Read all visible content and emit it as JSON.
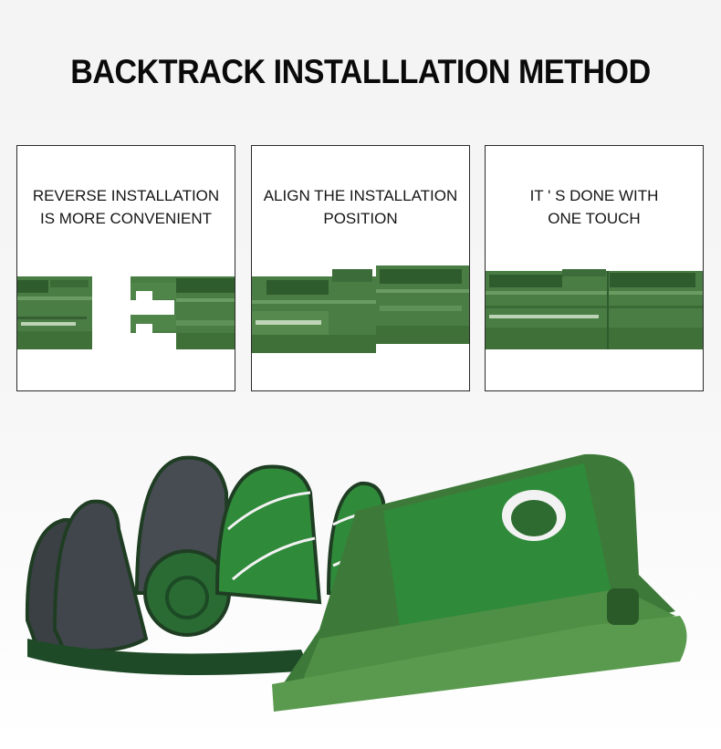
{
  "header": {
    "title": "BACKTRACK INSTALLLATION METHOD"
  },
  "steps": [
    {
      "caption_line1": "REVERSE INSTALLATION",
      "caption_line2": "IS MORE CONVENIENT",
      "image": "track-pieces-separated"
    },
    {
      "caption_line1": "ALIGN THE INSTALLATION",
      "caption_line2": "POSITION",
      "image": "track-pieces-aligning"
    },
    {
      "caption_line1": "IT ' S DONE WITH",
      "caption_line2": "ONE TOUCH",
      "image": "track-pieces-connected"
    }
  ],
  "product_image": {
    "subject": "golf putting mat with ball return tray",
    "colors": {
      "plastic_green": "#3f7a3c",
      "turf_green": "#2f8a3a",
      "mat_backing": "#3d4247",
      "stripe": "#f2f2f2"
    }
  }
}
